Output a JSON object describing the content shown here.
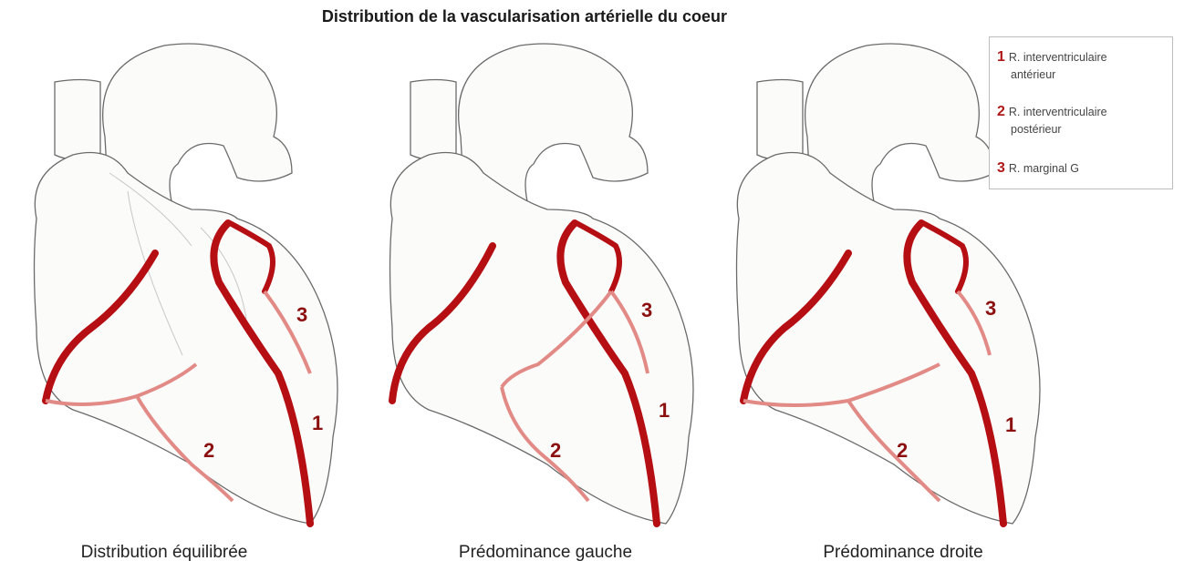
{
  "title": "Distribution de la vascularisation artérielle du coeur",
  "legend": [
    {
      "num": "1",
      "line1": "R. interventriculaire",
      "line2": "antérieur"
    },
    {
      "num": "2",
      "line1": "R. interventriculaire",
      "line2": "postérieur"
    },
    {
      "num": "3",
      "line1": "R. marginal G",
      "line2": ""
    }
  ],
  "hearts": [
    {
      "caption": "Distribution équilibrée",
      "labels": [
        "1",
        "2",
        "3"
      ]
    },
    {
      "caption": "Prédominance gauche",
      "labels": [
        "1",
        "2",
        "3"
      ]
    },
    {
      "caption": "Prédominance droite",
      "labels": [
        "1",
        "2",
        "3"
      ]
    }
  ],
  "colors": {
    "artery_dark": "#b50f14",
    "artery_light": "#e28a86",
    "outline": "#6b6b6b"
  }
}
